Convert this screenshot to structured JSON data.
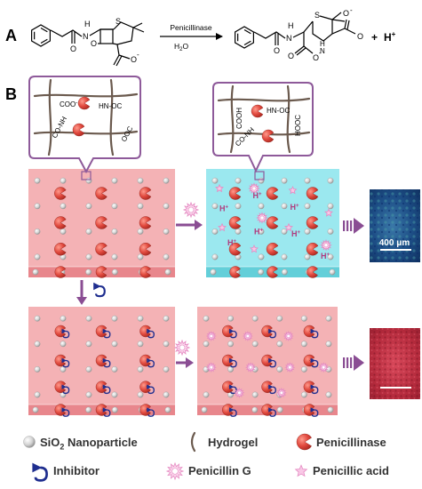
{
  "panels": {
    "a": "A",
    "b": "B"
  },
  "reaction": {
    "enzyme": "Penicillinase",
    "solvent": "H",
    "solvent_sub": "2",
    "solvent_tail": "O",
    "plus": "+",
    "proton": "H",
    "proton_sup": "+"
  },
  "atoms": {
    "s": "S",
    "n": "N",
    "h": "H",
    "o": "O",
    "o_minus": "O",
    "minus": "-"
  },
  "callouts": {
    "left": {
      "coo": "COO",
      "minus": "-",
      "hnoc": "HN-OC",
      "conh": "CO-NH",
      "ooc": "OOC"
    },
    "right": {
      "hnoc": "HN-OC",
      "cooh": "COOH",
      "conh": "CO-NH",
      "hooc": "HOOC"
    }
  },
  "film_labels": {
    "proton": "H",
    "proton_sup": "+"
  },
  "micrographs": {
    "top_scale": "400 μm"
  },
  "legend": {
    "sio2": "SiO",
    "sio2_sub": "2",
    "sio2_tail": " Nanoparticle",
    "hydrogel": "Hydrogel",
    "penicillinase": "Penicillinase",
    "inhibitor": "Inhibitor",
    "penicillin_g": "Penicillin G",
    "penicillic_acid": "Penicillic acid"
  },
  "colors": {
    "pink_film": "#f4b2b5",
    "blue_film": "#9be8ef",
    "arrow_purple": "#8a4d93",
    "callout_border": "#8e5a9a",
    "enzyme_red": "#e0483d",
    "inhibitor_blue": "#1f2e8f",
    "star_pink": "#e58ac2",
    "proton_label": "#b03a7d"
  }
}
